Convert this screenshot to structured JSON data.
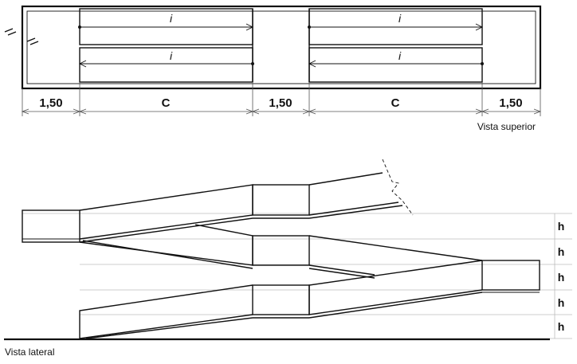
{
  "top_view": {
    "caption": "Vista superior",
    "dimensions": [
      "1,50",
      "C",
      "1,50",
      "C",
      "1,50"
    ],
    "flight_label": "i"
  },
  "side_view": {
    "caption": "Vista lateral",
    "level_label": "h"
  }
}
